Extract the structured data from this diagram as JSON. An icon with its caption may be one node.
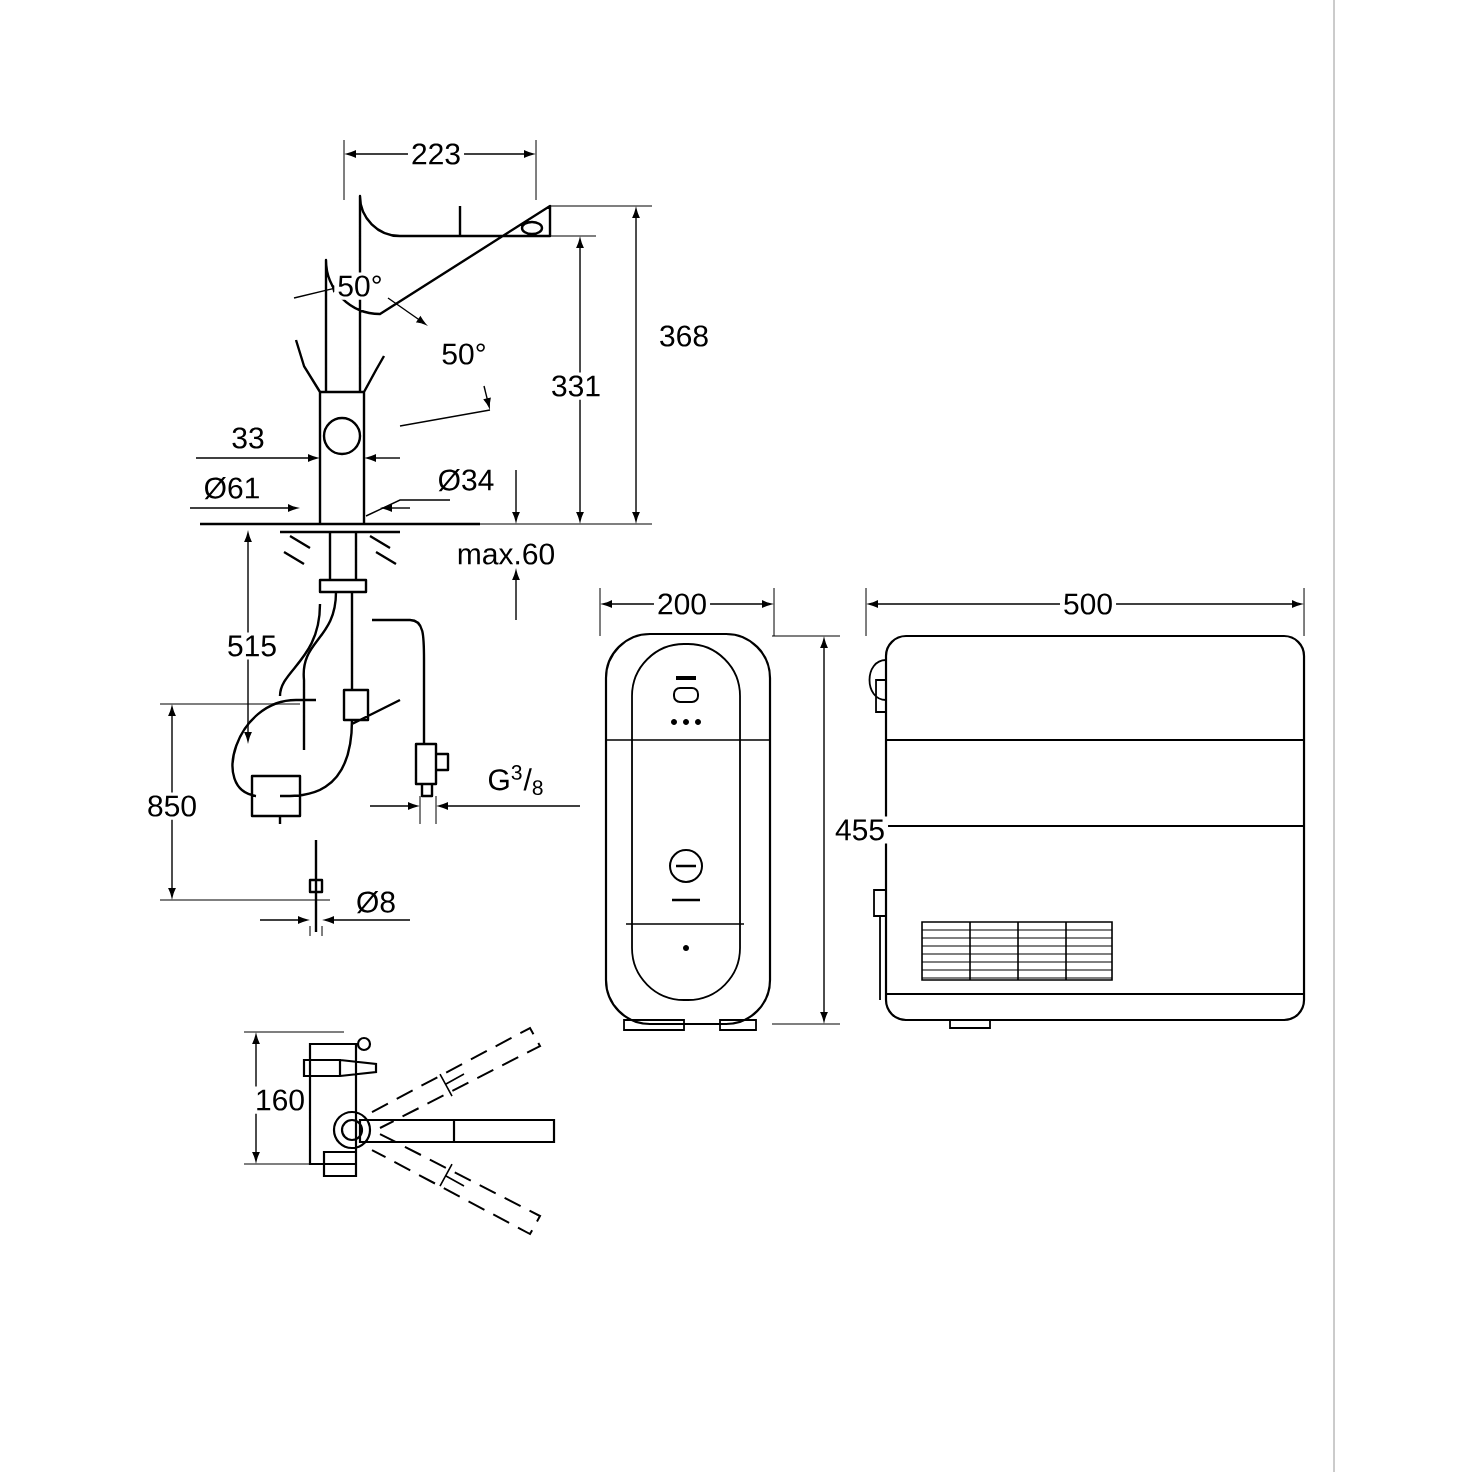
{
  "diagram": {
    "labels": [
      "223",
      "368",
      "50°",
      "50°",
      "331",
      "33",
      "Ø61",
      "Ø34",
      "max.60",
      "515",
      "850",
      "G$^{3}$/$_{8}$",
      "Ø8",
      "200",
      "500",
      "455",
      "160"
    ]
  }
}
